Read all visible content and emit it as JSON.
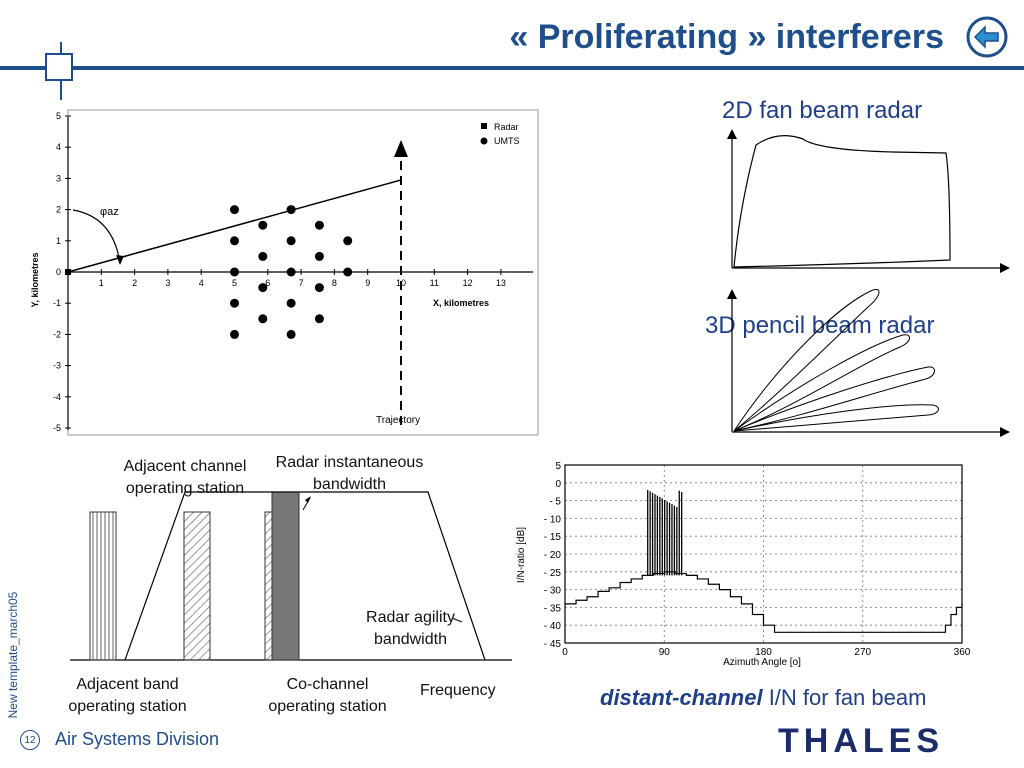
{
  "header": {
    "title": "« Proliferating » interferers"
  },
  "sidebar": {
    "template_label": "New template_march05"
  },
  "footer": {
    "page_number": "12",
    "division": "Air Systems Division",
    "caption_bold": "distant-channel",
    "caption_rest": " I/N for fan beam",
    "logo": "THALES"
  },
  "geometry_plot": {
    "ylabel": "Y, kilometres",
    "xlabel": "X, kilometres",
    "x_ticks": [
      "1",
      "2",
      "3",
      "4",
      "5",
      "6",
      "7",
      "8",
      "9",
      "10",
      "11",
      "12",
      "13"
    ],
    "y_ticks": [
      "5",
      "4",
      "3",
      "2",
      "1",
      "0",
      "-1",
      "-2",
      "-3",
      "-4",
      "-5"
    ],
    "legend": [
      "Radar",
      "UMTS"
    ],
    "angle_label": "φaz",
    "trajectory_label": "Trajectory"
  },
  "radar_labels": {
    "fan": "2D fan beam radar",
    "pencil": "3D pencil beam radar"
  },
  "spectrum": {
    "adjacent_channel": [
      "Adjacent channel",
      "operating station"
    ],
    "radar_instantaneous": [
      "Radar instantaneous",
      "bandwidth"
    ],
    "radar_agility": [
      "Radar agility",
      "bandwidth"
    ],
    "adjacent_band": [
      "Adjacent band",
      "operating station"
    ],
    "co_channel": [
      "Co-channel",
      "operating station"
    ],
    "frequency": "Frequency"
  },
  "chart_data": {
    "type": "line",
    "title": "",
    "xlabel": "Azimuth Angle [o]",
    "ylabel": "I/N-ratio [dB]",
    "xlim": [
      0,
      360
    ],
    "ylim": [
      -45,
      5
    ],
    "x_ticks": [
      0,
      90,
      180,
      270,
      360
    ],
    "y_ticks": [
      5,
      0,
      -5,
      -10,
      -15,
      -20,
      -25,
      -30,
      -35,
      -40,
      -45
    ],
    "grid": true,
    "series": [
      {
        "x": [
          0,
          10,
          20,
          30,
          40,
          50,
          60,
          70,
          80,
          90,
          100,
          110,
          120,
          130,
          140,
          150,
          160,
          170,
          180,
          190,
          200,
          250,
          300,
          340,
          345,
          350,
          355,
          360
        ],
        "y": [
          -34,
          -33,
          -32,
          -30.5,
          -29.5,
          -28,
          -27,
          -26,
          -25.5,
          -25,
          -25.5,
          -26,
          -27,
          -28.5,
          -30,
          -32,
          -34,
          -37,
          -40,
          -42,
          -42,
          -42,
          -42,
          -42,
          -40,
          -37,
          -35,
          -34
        ]
      }
    ],
    "spikes": {
      "x_from": 75,
      "x_to": 106,
      "peak_db": -2
    }
  }
}
